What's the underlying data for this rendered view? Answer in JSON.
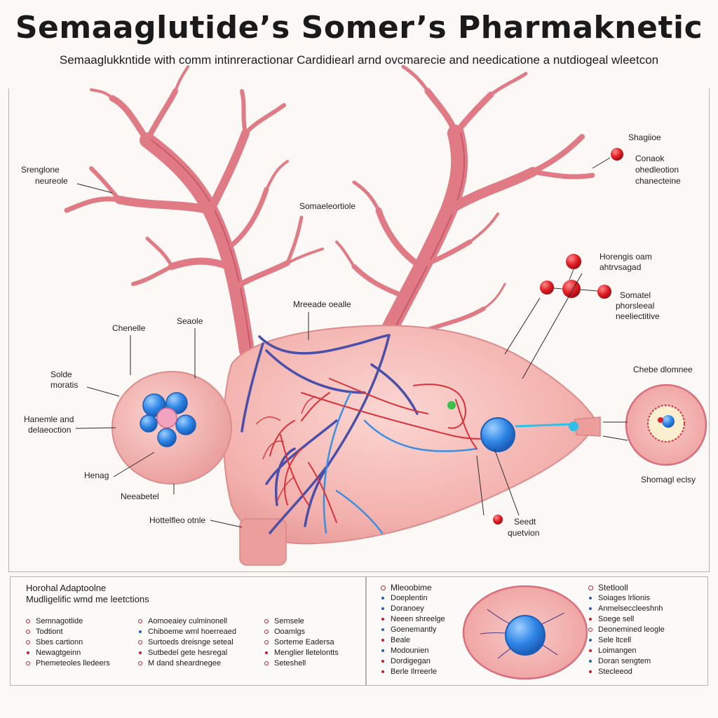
{
  "header": {
    "title": "Semaaglutide’s Somer’s Pharmaknetic",
    "subtitle": "Semaaglukkntide with comm intinreractionar Cardidiearl arnd ovcmarecie and needicatione a nutdiogeal wleetcon"
  },
  "labels": {
    "srenglone": [
      "Srenglone",
      "neureole"
    ],
    "somaeleortiole": "Somaeleortiole",
    "shagiioe": "Shagiioe",
    "conack": [
      "Conaok",
      "ohedleotion",
      "chanecteine"
    ],
    "horengis": [
      "Horengis oam",
      "ahtrvsagad"
    ],
    "somalel": [
      "Somatel",
      "phorsleeal",
      "neeliectitive"
    ],
    "mreeade": "Mreeade oealle",
    "chenelle": "Chenelle",
    "seaole": "Seaole",
    "solde": [
      "Solde",
      "moratis"
    ],
    "hanemle": [
      "Hanemle and",
      "delaeoction"
    ],
    "chebe": "Chebe dlomnee",
    "henag": "Henag",
    "neeabetel": "Neeabetel",
    "shomagl": "Shomagl eclsy",
    "hottelfleo": "Hottelfleo otnle",
    "seedt": [
      "Seedt",
      "quetvion"
    ]
  },
  "panel_left": {
    "heading": [
      "Horohal Adaptoolne",
      "Mudligelific wmd me leetctions"
    ],
    "col1": [
      "Semnagotlide",
      "Todtiont",
      "Sbes cartionn",
      "Newagtgeinn",
      "Phemeteoles lledeers"
    ],
    "col2": [
      "Aomoeaiey culminonell",
      "Chiboeme wml hoerreaed",
      "Surtoeds dreisnge seteal",
      "Sutbedel gete hesregal",
      "M dand sheardnegee"
    ],
    "col3": [
      "Semsele",
      "Ooamlgs",
      "Sorteme Eadersa",
      "Menglier lletelontts",
      "Seteshell"
    ]
  },
  "panel_right": {
    "heading1": "Mleoobime",
    "list1": [
      "Doeplentin",
      "Doranoey",
      "Neeen shreelge",
      "Goenemantly",
      "Beale",
      "Modounien",
      "Dordigegan",
      "Berle Ilrreerle"
    ],
    "heading2": "Stetlooll",
    "list2": [
      "Soiages lrlionis",
      "Anmelseccleeshnh",
      "Soege sell",
      "Deonemined leogle",
      "Sele ltcell",
      "Loimangen",
      "Doran sengtem",
      "Stecleeod"
    ]
  },
  "colors": {
    "artery": "#e07b86",
    "artery_dark": "#c85a69",
    "organ": "#f3b1ad",
    "organ_shadow": "#e4918f",
    "vein_blue": "#4a4fa8",
    "vessel_red": "#d8323a",
    "molecule_blue": "#2f86e6",
    "molecule_red": "#e01e25",
    "cell_rim": "#e5808b"
  }
}
